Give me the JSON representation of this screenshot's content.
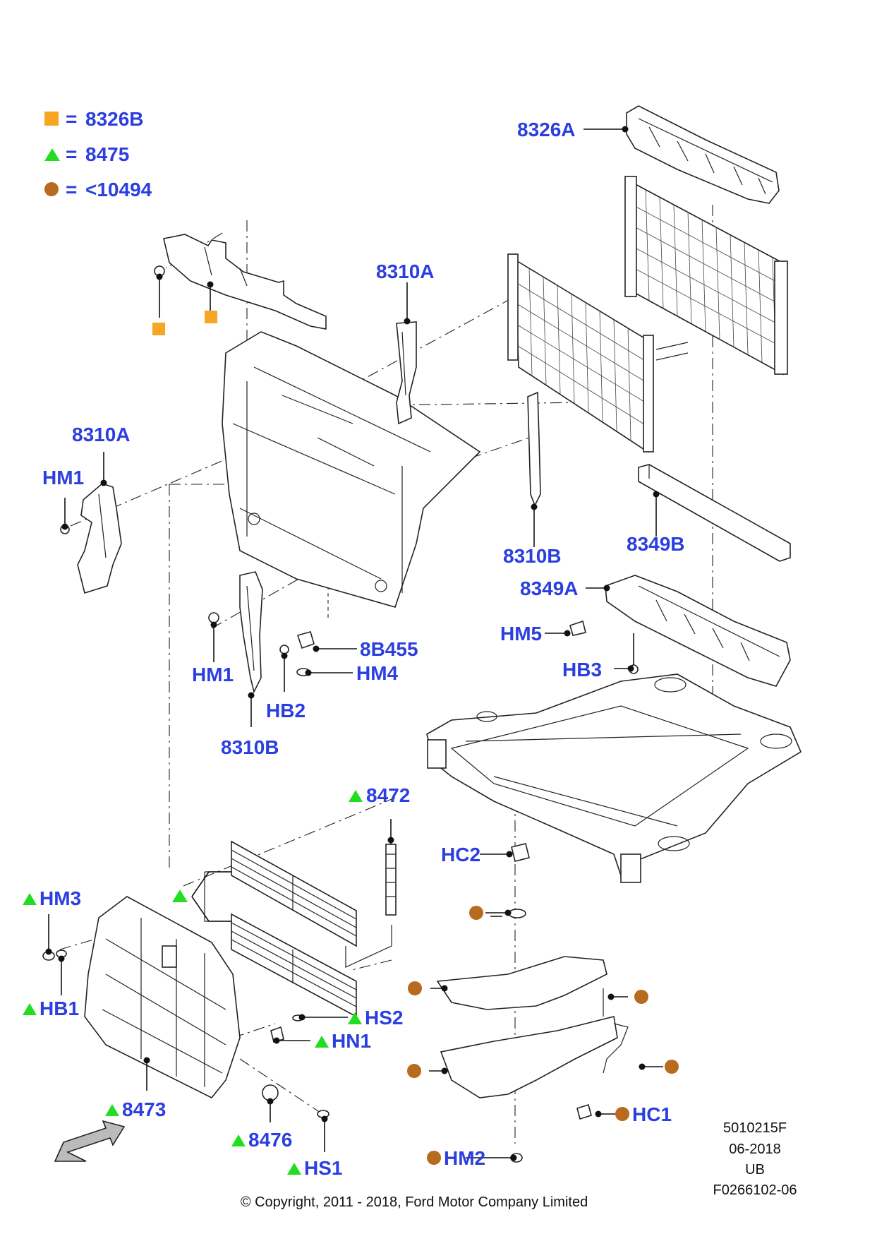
{
  "legend": [
    {
      "symbol": "square",
      "color": "#f5a623",
      "eq": "=",
      "code": "8326B"
    },
    {
      "symbol": "triangle",
      "color": "#22dd22",
      "eq": "=",
      "code": "8475"
    },
    {
      "symbol": "circle",
      "color": "#b86a1e",
      "eq": "=",
      "code": "<10494"
    }
  ],
  "labels": {
    "l_8326A": "8326A",
    "l_8310A_top": "8310A",
    "l_8310A_left": "8310A",
    "l_HM1_left": "HM1",
    "l_8310B_right": "8310B",
    "l_8349B": "8349B",
    "l_8349A": "8349A",
    "l_HM5": "HM5",
    "l_HB3": "HB3",
    "l_8B455": "8B455",
    "l_HM4": "HM4",
    "l_HM1_mid": "HM1",
    "l_HB2": "HB2",
    "l_8310B_mid": "8310B",
    "l_8472": "8472",
    "l_HC2": "HC2",
    "l_HM3": "HM3",
    "l_HB1": "HB1",
    "l_HS2": "HS2",
    "l_HN1": "HN1",
    "l_8473": "8473",
    "l_8476": "8476",
    "l_HS1": "HS1",
    "l_HC1": "HC1",
    "l_HM2": "HM2"
  },
  "meta": {
    "code": "5010215F",
    "date": "06-2018",
    "region": "UB",
    "ref": "F0266102-06",
    "copyright": "© Copyright, 2011 - 2018, Ford Motor Company Limited"
  },
  "colors": {
    "label": "#2b3ee0",
    "square": "#f5a623",
    "triangle": "#22dd22",
    "circle": "#b86a1e"
  }
}
